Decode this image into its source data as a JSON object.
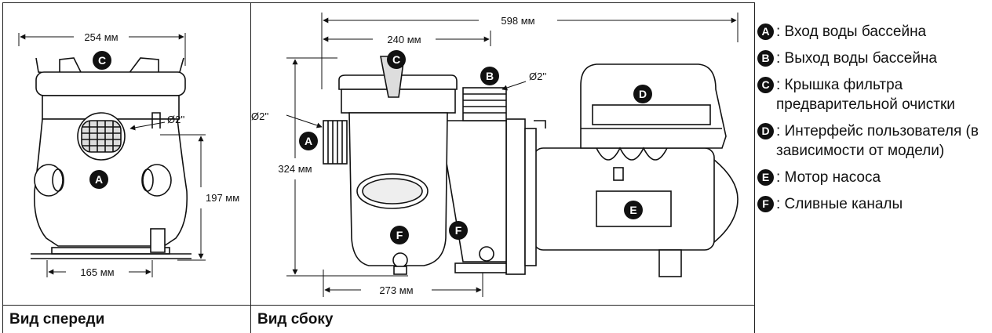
{
  "captions": {
    "front": "Вид спереди",
    "side": "Вид сбоку"
  },
  "front_view": {
    "width_label": "254 мм",
    "base_label": "165 мм",
    "height_label": "197 мм",
    "inlet_dia": "Ø2''",
    "marker_c": "C",
    "marker_a": "A"
  },
  "side_view": {
    "total_length": "598 мм",
    "filter_length": "240 мм",
    "height_label": "324 мм",
    "base_label": "273 мм",
    "inlet_dia": "Ø2''",
    "outlet_dia": "Ø2''",
    "markers": {
      "a": "A",
      "b": "B",
      "c": "C",
      "d": "D",
      "e": "E",
      "f1": "F",
      "f2": "F"
    }
  },
  "legend": [
    {
      "letter": "A",
      "text": ": Вход воды бассейна"
    },
    {
      "letter": "B",
      "text": ": Выход воды бассейна"
    },
    {
      "letter": "C",
      "text": ": Крышка фильтра предварительной очистки"
    },
    {
      "letter": "D",
      "text": ": Интерфейс пользователя (в зависимости от модели)"
    },
    {
      "letter": "E",
      "text": ": Мотор насоса"
    },
    {
      "letter": "F",
      "text": ": Сливные каналы"
    }
  ]
}
